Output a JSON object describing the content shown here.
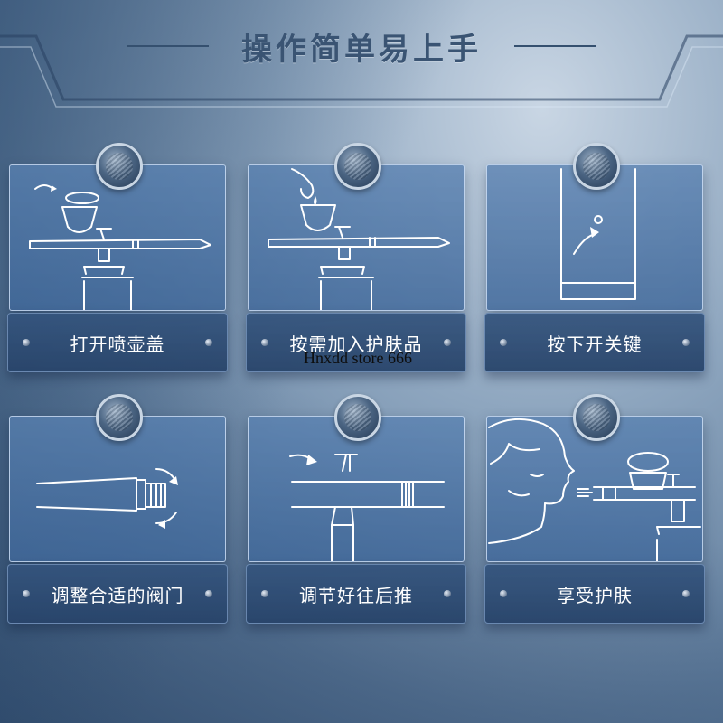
{
  "header": {
    "title": "操作简单易上手"
  },
  "steps": [
    {
      "label": "打开喷壶盖",
      "icon": "airbrush-cup-open-icon"
    },
    {
      "label": "按需加入护肤品",
      "icon": "add-liquid-icon"
    },
    {
      "label": "按下开关键",
      "icon": "power-button-icon"
    },
    {
      "label": "调整合适的阀门",
      "icon": "valve-adjust-icon"
    },
    {
      "label": "调节好往后推",
      "icon": "trigger-push-icon"
    },
    {
      "label": "享受护肤",
      "icon": "face-mist-icon"
    }
  ],
  "watermark": "Hnxdd store 666",
  "colors": {
    "panel": "#5880b0",
    "caption": "#34547d",
    "title": "#3a5473"
  }
}
